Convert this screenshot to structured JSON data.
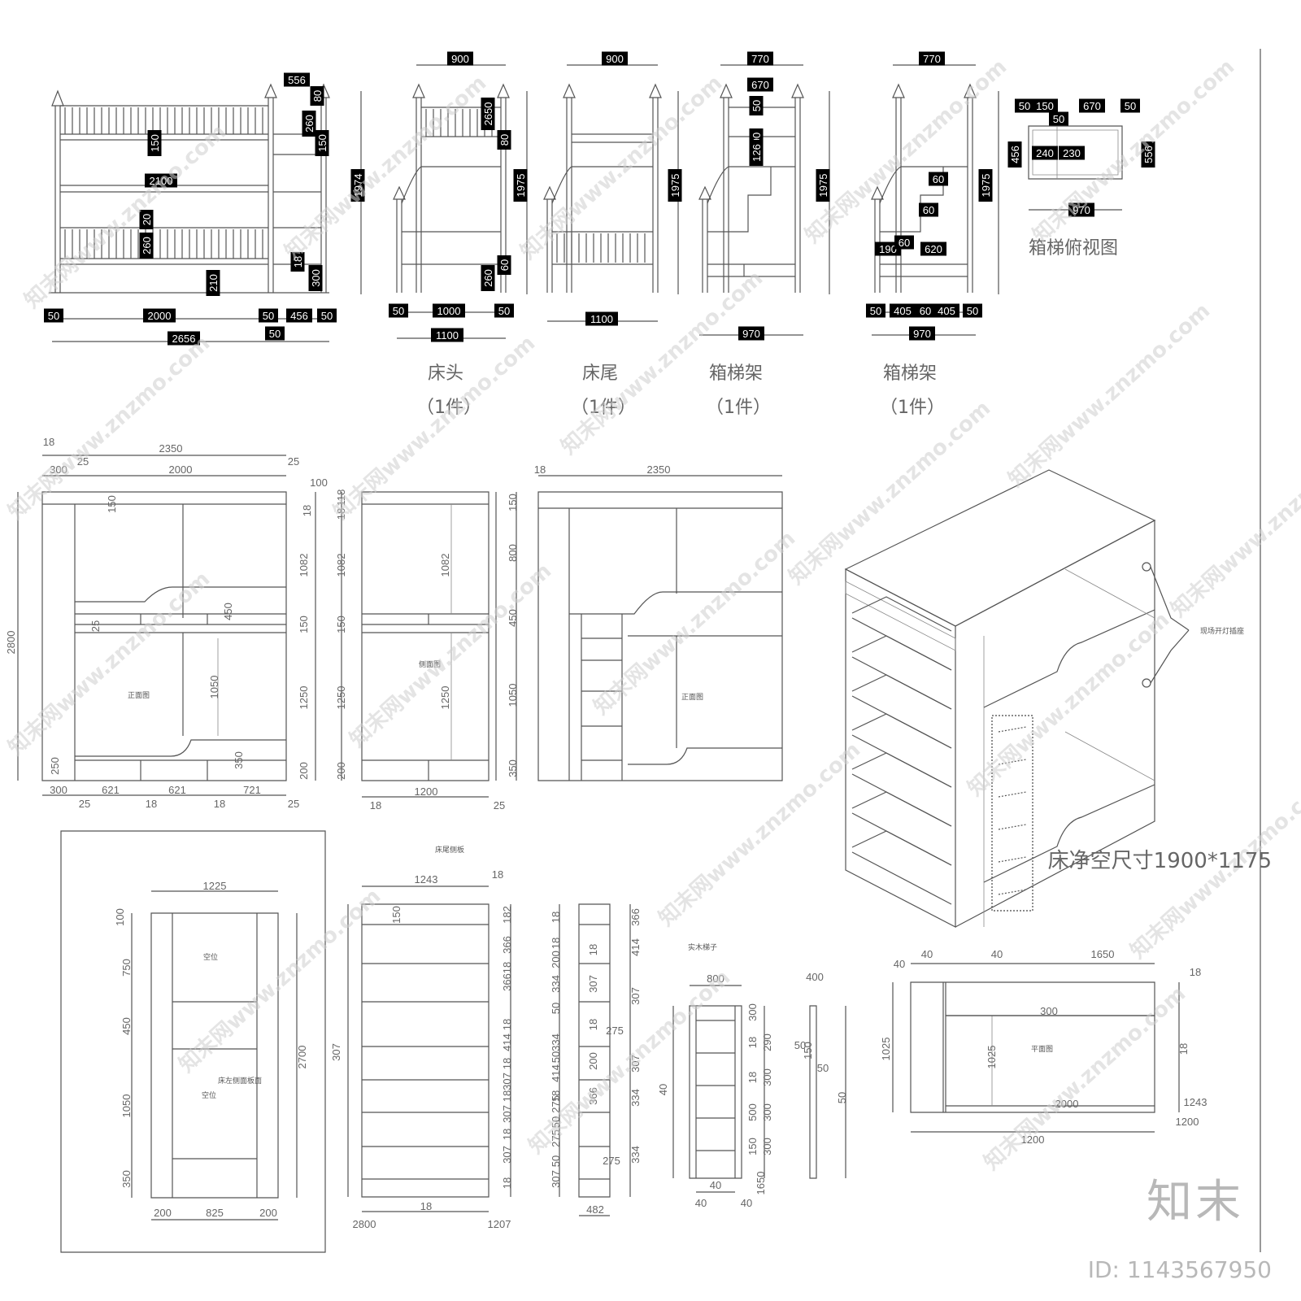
{
  "drawing": {
    "captions": {
      "stair_top_view": "箱梯俯视图",
      "head": "床头",
      "head_qty": "（1件）",
      "foot": "床尾",
      "foot_qty": "（1件）",
      "stair_frame_1": "箱梯架",
      "stair_frame_1_qty": "（1件）",
      "stair_frame_2": "箱梯架",
      "stair_frame_2_qty": "（1件）",
      "clear_size": "床净空尺寸1900*1175",
      "front_view_1": "正面图",
      "side_view": "侧面图",
      "front_view_2": "正面图",
      "foot_side": "床尾侧板",
      "empty_1": "空位",
      "empty_2": "空位",
      "panel_note": "床左侧面板面",
      "solid_ladder": "实木梯子",
      "plan_view": "平面图",
      "light_note": "现场开灯插座"
    },
    "top_tags": [
      "556",
      "80",
      "260",
      "150",
      "150",
      "2100",
      "20",
      "260",
      "18",
      "210",
      "300",
      "50",
      "2000",
      "50",
      "456",
      "50",
      "2656",
      "50",
      "900",
      "2650",
      "80",
      "1975",
      "260",
      "60",
      "50",
      "1000",
      "50",
      "1100",
      "900",
      "1975",
      "1100",
      "770",
      "670",
      "50",
      "90",
      "126",
      "1975",
      "970",
      "770",
      "60",
      "60",
      "190",
      "60",
      "620",
      "1975",
      "50",
      "405",
      "60",
      "405",
      "50",
      "970",
      "50",
      "150",
      "670",
      "50",
      "50",
      "456",
      "240",
      "230",
      "556",
      "970",
      "1974"
    ],
    "dims_mid": [
      "18",
      "2350",
      "25",
      "300",
      "2000",
      "25",
      "100",
      "18",
      "150",
      "1082",
      "25",
      "150",
      "450",
      "1050",
      "1250",
      "2800",
      "250",
      "350",
      "200",
      "300",
      "621",
      "621",
      "721",
      "25",
      "18",
      "18",
      "25",
      "118",
      "18",
      "1082",
      "1082",
      "150",
      "1250",
      "1250",
      "200",
      "1200",
      "18",
      "25",
      "2350",
      "18",
      "150",
      "800",
      "450",
      "1050",
      "350"
    ],
    "dims_bottom": [
      "1225",
      "100",
      "750",
      "450",
      "1050",
      "350",
      "2700",
      "200",
      "825",
      "200",
      "1243",
      "18",
      "150",
      "182",
      "366",
      "18",
      "366",
      "18",
      "414",
      "18",
      "307",
      "18",
      "307",
      "18",
      "307",
      "18",
      "307",
      "18",
      "2800",
      "1207",
      "18",
      "18",
      "200",
      "334",
      "50",
      "334",
      "50",
      "414",
      "18",
      "275",
      "50",
      "275",
      "50",
      "307",
      "18",
      "307",
      "18",
      "200",
      "366",
      "366",
      "414",
      "307",
      "307",
      "334",
      "334",
      "482",
      "275",
      "275",
      "800",
      "300",
      "18",
      "18",
      "500",
      "150",
      "290",
      "300",
      "300",
      "300",
      "40",
      "40",
      "40",
      "40",
      "1650",
      "400",
      "50",
      "50",
      "150",
      "50",
      "40",
      "40",
      "40",
      "1650",
      "18",
      "300",
      "1025",
      "1025",
      "18",
      "2000",
      "1243",
      "1200",
      "1200",
      "25",
      "25",
      "18",
      "2350"
    ]
  },
  "brand": {
    "name": "知末",
    "id_label": "ID: 1143567950",
    "watermark": "知末网www.znzmo.com"
  }
}
